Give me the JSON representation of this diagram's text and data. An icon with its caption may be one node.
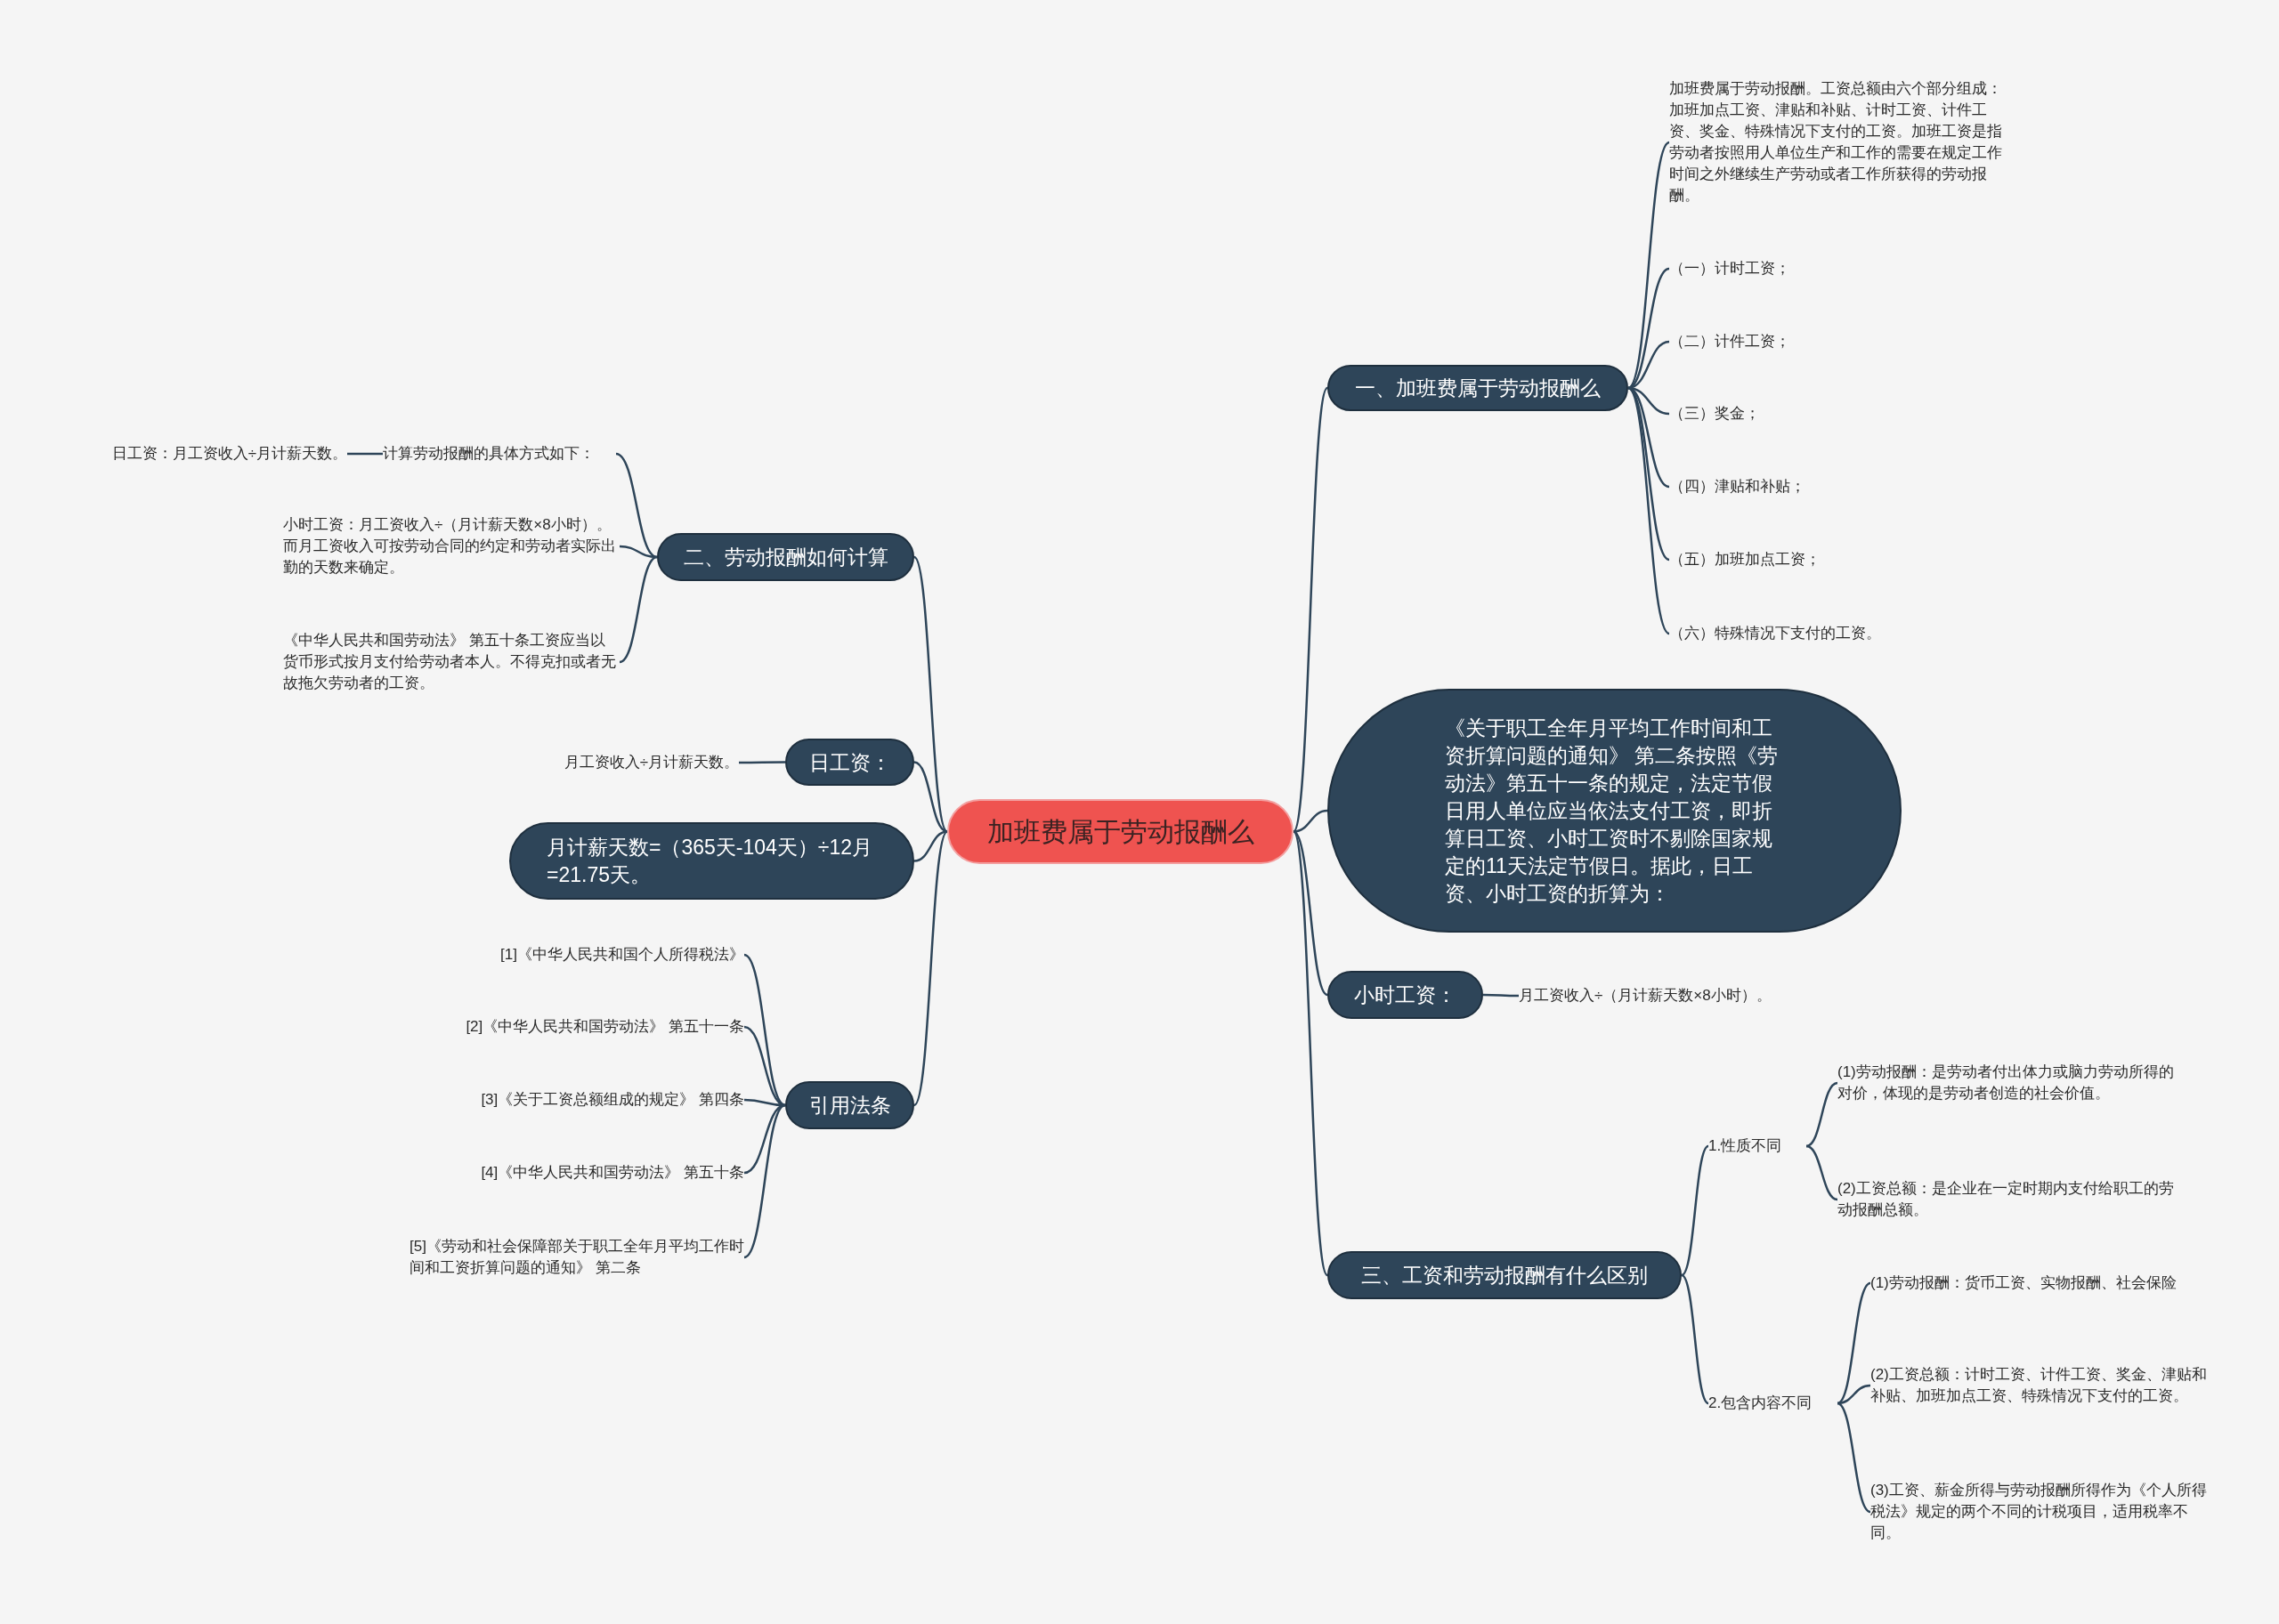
{
  "diagram": {
    "nodes": [
      {
        "text": [
          "加班费属于劳动报酬么"
        ]
      },
      {
        "text": [
          "一、加班费属于劳动报酬么"
        ]
      },
      {
        "text": [
          "加班费属于劳动报酬。工资总额由六个部分组成：加班加点工资、津贴和补贴、计时工资、计件工资、奖金、特殊情况下支付的工资。加班工资是指劳动者按照用人单位生产和工作的需要在规定工作时间之外继续生产劳动或者工作所获得的劳动报酬。"
        ]
      },
      {
        "text": [
          "（一）计时工资；"
        ]
      },
      {
        "text": [
          "（二）计件工资；"
        ]
      },
      {
        "text": [
          "（三）奖金；"
        ]
      },
      {
        "text": [
          "（四）津贴和补贴；"
        ]
      },
      {
        "text": [
          "（五）加班加点工资；"
        ]
      },
      {
        "text": [
          "（六）特殊情况下支付的工资。"
        ]
      },
      {
        "text": [
          "二、劳动报酬如何计算"
        ]
      },
      {
        "text": [
          "计算劳动报酬的具体方式如下："
        ]
      },
      {
        "text": [
          "日工资：月工资收入÷月计薪天数。"
        ]
      },
      {
        "text": [
          "小时工资：月工资收入÷（月计薪天数×8小时）。而月工资收入可按劳动合同的约定和劳动者实际出勤的天数来确定。"
        ]
      },
      {
        "text": [
          "《中华人民共和国劳动法》 第五十条工资应当以货币形式按月支付给劳动者本人。不得克扣或者无故拖欠劳动者的工资。"
        ]
      },
      {
        "text": [
          "日工资："
        ]
      },
      {
        "text": [
          "月工资收入÷月计薪天数。"
        ]
      },
      {
        "text": [
          "月计薪天数=（365天-104天）÷12月=21.75天。"
        ]
      },
      {
        "text": [
          "引用法条"
        ]
      },
      {
        "text": [
          "[1]《中华人民共和国个人所得税法》"
        ]
      },
      {
        "text": [
          "[2]《中华人民共和国劳动法》 第五十一条"
        ]
      },
      {
        "text": [
          "[3]《关于工资总额组成的规定》 第四条"
        ]
      },
      {
        "text": [
          "[4]《中华人民共和国劳动法》 第五十条"
        ]
      },
      {
        "text": [
          "[5]《劳动和社会保障部关于职工全年月平均工作时间和工资折算问题的通知》 第二条"
        ]
      },
      {
        "text": [
          "《关于职工全年月平均工作时间和工资折算问题的通知》 第二条按照《劳动法》第五十一条的规定，法定节假日用人单位应当依法支付工资，即折算日工资、小时工资时不剔除国家规定的11天法定节假日。据此，日工资、小时工资的折算为："
        ]
      },
      {
        "text": [
          "小时工资："
        ]
      },
      {
        "text": [
          "月工资收入÷（月计薪天数×8小时）。"
        ]
      },
      {
        "text": [
          "三、工资和劳动报酬有什么区别"
        ]
      },
      {
        "text": [
          "1.性质不同"
        ]
      },
      {
        "text": [
          "(1)劳动报酬：是劳动者付出体力或脑力劳动所得的对价，体现的是劳动者创造的社会价值。"
        ]
      },
      {
        "text": [
          "(2)工资总额：是企业在一定时期内支付给职工的劳动报酬总额。"
        ]
      },
      {
        "text": [
          "2.包含内容不同"
        ]
      },
      {
        "text": [
          "(1)劳动报酬：货币工资、实物报酬、社会保险"
        ]
      },
      {
        "text": [
          "(2)工资总额：计时工资、计件工资、奖金、津贴和补贴、加班加点工资、特殊情况下支付的工资。"
        ]
      },
      {
        "text": [
          "(3)工资、薪金所得与劳动报酬所得作为《个人所得税法》规定的两个不同的计税项目，适用税率不同。"
        ]
      }
    ],
    "edges": [
      {
        "from": 0,
        "to": 1,
        "arrow": "none"
      },
      {
        "from": 1,
        "to": 2,
        "arrow": "none"
      },
      {
        "from": 1,
        "to": 3,
        "arrow": "none"
      },
      {
        "from": 1,
        "to": 4,
        "arrow": "none"
      },
      {
        "from": 1,
        "to": 5,
        "arrow": "none"
      },
      {
        "from": 1,
        "to": 6,
        "arrow": "none"
      },
      {
        "from": 1,
        "to": 7,
        "arrow": "none"
      },
      {
        "from": 1,
        "to": 8,
        "arrow": "none"
      },
      {
        "from": 0,
        "to": 9,
        "arrow": "none"
      },
      {
        "from": 9,
        "to": 10,
        "arrow": "none"
      },
      {
        "from": 10,
        "to": 11,
        "arrow": "none"
      },
      {
        "from": 9,
        "to": 12,
        "arrow": "none"
      },
      {
        "from": 9,
        "to": 13,
        "arrow": "none"
      },
      {
        "from": 0,
        "to": 14,
        "arrow": "none"
      },
      {
        "from": 14,
        "to": 15,
        "arrow": "none"
      },
      {
        "from": 0,
        "to": 16,
        "arrow": "none"
      },
      {
        "from": 0,
        "to": 17,
        "arrow": "none"
      },
      {
        "from": 17,
        "to": 18,
        "arrow": "none"
      },
      {
        "from": 17,
        "to": 19,
        "arrow": "none"
      },
      {
        "from": 17,
        "to": 20,
        "arrow": "none"
      },
      {
        "from": 17,
        "to": 21,
        "arrow": "none"
      },
      {
        "from": 17,
        "to": 22,
        "arrow": "none"
      },
      {
        "from": 0,
        "to": 23,
        "arrow": "none"
      },
      {
        "from": 0,
        "to": 24,
        "arrow": "none"
      },
      {
        "from": 24,
        "to": 25,
        "arrow": "none"
      },
      {
        "from": 0,
        "to": 26,
        "arrow": "none"
      },
      {
        "from": 26,
        "to": 27,
        "arrow": "none"
      },
      {
        "from": 27,
        "to": 28,
        "arrow": "none"
      },
      {
        "from": 27,
        "to": 29,
        "arrow": "none"
      },
      {
        "from": 26,
        "to": 30,
        "arrow": "none"
      },
      {
        "from": 30,
        "to": 31,
        "arrow": "none"
      },
      {
        "from": 30,
        "to": 32,
        "arrow": "none"
      },
      {
        "from": 30,
        "to": 33,
        "arrow": "none"
      }
    ]
  }
}
